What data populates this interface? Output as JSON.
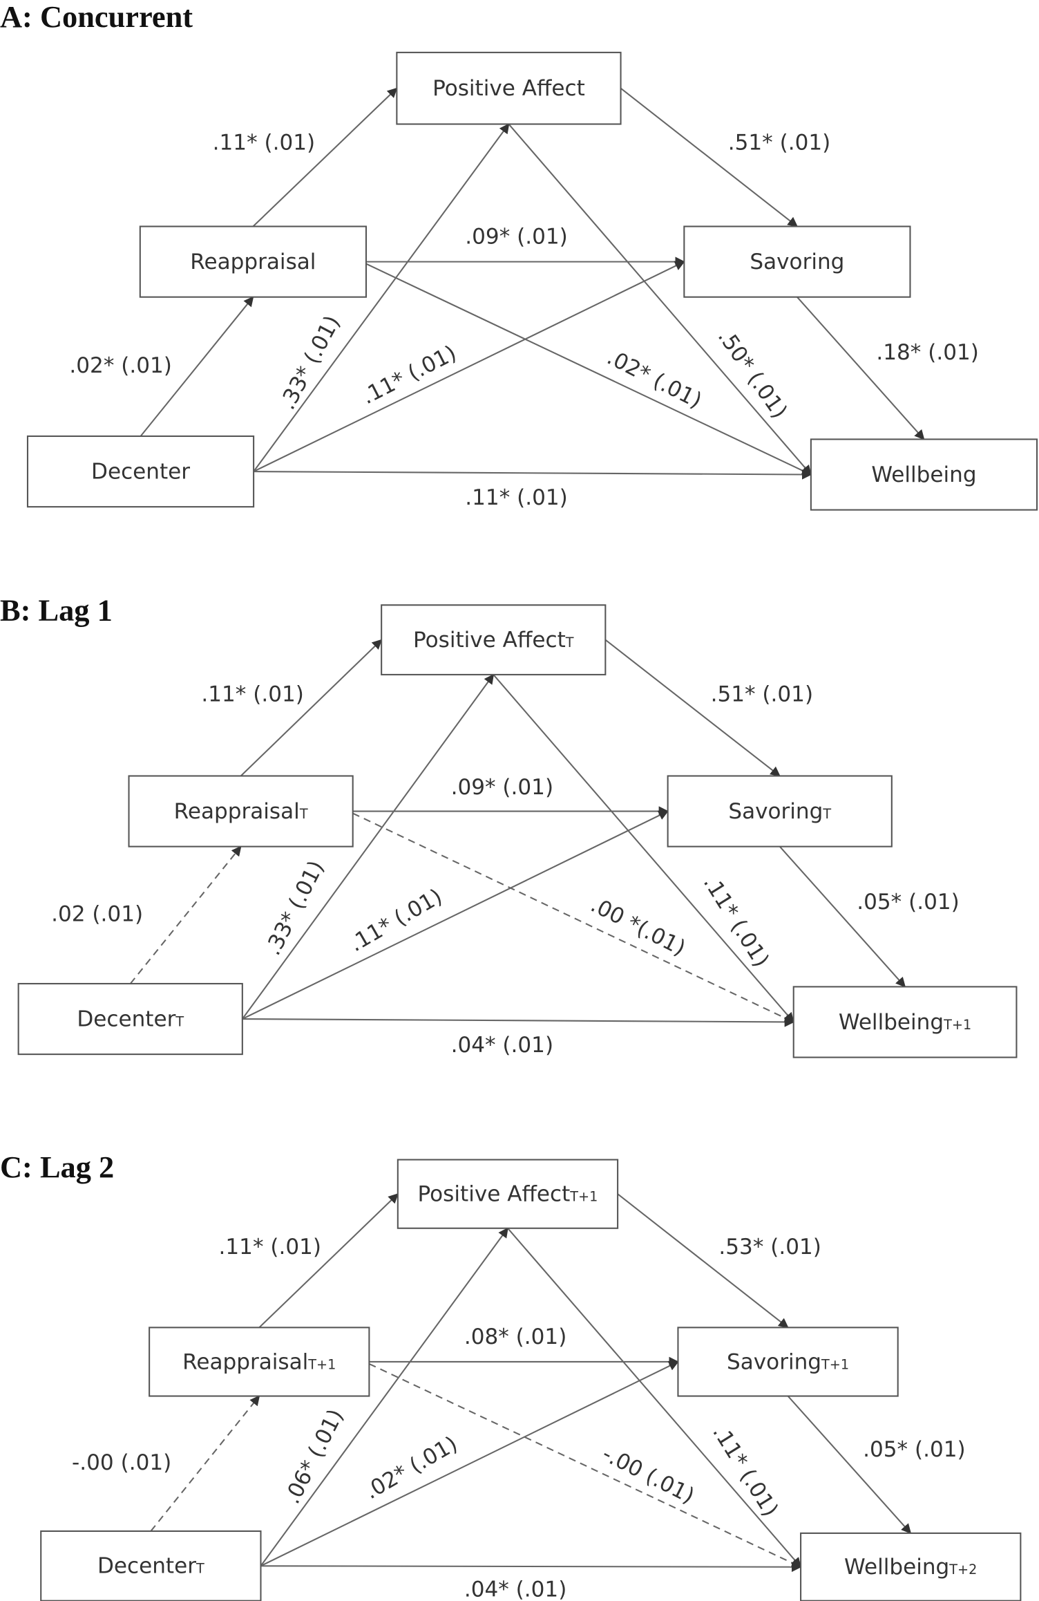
{
  "panels": [
    {
      "title": "A: Concurrent",
      "nodes": {
        "positive_affect": {
          "name": "Positive Affect",
          "sub": ""
        },
        "reappraisal": {
          "name": "Reappraisal",
          "sub": ""
        },
        "savoring": {
          "name": "Savoring",
          "sub": ""
        },
        "decenter": {
          "name": "Decenter",
          "sub": ""
        },
        "wellbeing": {
          "name": "Wellbeing",
          "sub": ""
        }
      },
      "edges": [
        {
          "from": "reappraisal",
          "to": "positive_affect",
          "label": ".11* (.01)",
          "significant": true
        },
        {
          "from": "positive_affect",
          "to": "savoring",
          "label": ".51* (.01)",
          "significant": true
        },
        {
          "from": "reappraisal",
          "to": "savoring",
          "label": ".09* (.01)",
          "significant": true
        },
        {
          "from": "reappraisal",
          "to": "wellbeing",
          "label": ".02* (.01)",
          "significant": true
        },
        {
          "from": "savoring",
          "to": "wellbeing",
          "label": ".18* (.01)",
          "significant": true
        },
        {
          "from": "positive_affect",
          "to": "wellbeing",
          "label": ".50* (.01)",
          "significant": true
        },
        {
          "from": "decenter",
          "to": "reappraisal",
          "label": ".02* (.01)",
          "significant": true
        },
        {
          "from": "decenter",
          "to": "positive_affect",
          "label": ".33* (.01)",
          "significant": true
        },
        {
          "from": "decenter",
          "to": "savoring",
          "label": ".11* (.01)",
          "significant": true
        },
        {
          "from": "decenter",
          "to": "wellbeing",
          "label": ".11* (.01)",
          "significant": true
        }
      ]
    },
    {
      "title": "B: Lag 1",
      "nodes": {
        "positive_affect": {
          "name": "Positive Affect",
          "sub": "T"
        },
        "reappraisal": {
          "name": "Reappraisal",
          "sub": "T"
        },
        "savoring": {
          "name": "Savoring",
          "sub": "T"
        },
        "decenter": {
          "name": "Decenter",
          "sub": "T"
        },
        "wellbeing": {
          "name": "Wellbeing",
          "sub": "T+1"
        }
      },
      "edges": [
        {
          "from": "reappraisal",
          "to": "positive_affect",
          "label": ".11* (.01)",
          "significant": true
        },
        {
          "from": "positive_affect",
          "to": "savoring",
          "label": ".51* (.01)",
          "significant": true
        },
        {
          "from": "reappraisal",
          "to": "savoring",
          "label": ".09* (.01)",
          "significant": true
        },
        {
          "from": "reappraisal",
          "to": "wellbeing",
          "label": ".00 *(.01)",
          "significant": false
        },
        {
          "from": "savoring",
          "to": "wellbeing",
          "label": ".05* (.01)",
          "significant": true
        },
        {
          "from": "positive_affect",
          "to": "wellbeing",
          "label": ".11* (.01)",
          "significant": true
        },
        {
          "from": "decenter",
          "to": "reappraisal",
          "label": ".02 (.01)",
          "significant": false
        },
        {
          "from": "decenter",
          "to": "positive_affect",
          "label": ".33* (.01)",
          "significant": true
        },
        {
          "from": "decenter",
          "to": "savoring",
          "label": ".11* (.01)",
          "significant": true
        },
        {
          "from": "decenter",
          "to": "wellbeing",
          "label": ".04* (.01)",
          "significant": true
        }
      ]
    },
    {
      "title": "C: Lag 2",
      "nodes": {
        "positive_affect": {
          "name": "Positive Affect",
          "sub": "T+1"
        },
        "reappraisal": {
          "name": "Reappraisal",
          "sub": "T+1"
        },
        "savoring": {
          "name": "Savoring",
          "sub": "T+1"
        },
        "decenter": {
          "name": "Decenter",
          "sub": "T"
        },
        "wellbeing": {
          "name": "Wellbeing",
          "sub": "T+2"
        }
      },
      "edges": [
        {
          "from": "reappraisal",
          "to": "positive_affect",
          "label": ".11* (.01)",
          "significant": true
        },
        {
          "from": "positive_affect",
          "to": "savoring",
          "label": ".53* (.01)",
          "significant": true
        },
        {
          "from": "reappraisal",
          "to": "savoring",
          "label": ".08* (.01)",
          "significant": true
        },
        {
          "from": "reappraisal",
          "to": "wellbeing",
          "label": "-.00 (.01)",
          "significant": false
        },
        {
          "from": "savoring",
          "to": "wellbeing",
          "label": ".05* (.01)",
          "significant": true
        },
        {
          "from": "positive_affect",
          "to": "wellbeing",
          "label": ".11* (.01)",
          "significant": true
        },
        {
          "from": "decenter",
          "to": "reappraisal",
          "label": "-.00 (.01)",
          "significant": false
        },
        {
          "from": "decenter",
          "to": "positive_affect",
          "label": ".06* (.01)",
          "significant": true
        },
        {
          "from": "decenter",
          "to": "savoring",
          "label": ".02* (.01)",
          "significant": true
        },
        {
          "from": "decenter",
          "to": "wellbeing",
          "label": ".04* (.01)",
          "significant": true
        }
      ]
    }
  ]
}
